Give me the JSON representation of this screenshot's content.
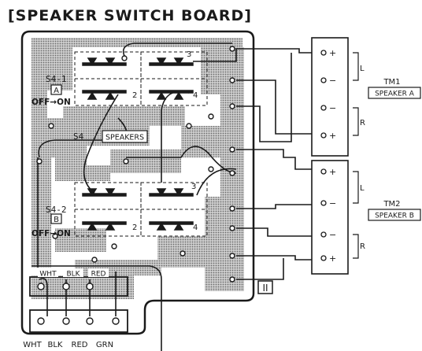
{
  "title": "[SPEAKER SWITCH BOARD]",
  "switch1": {
    "name": "S4-1",
    "position_letter": "A",
    "off_on": "OFF→ON"
  },
  "switch2": {
    "name": "S4-2",
    "position_letter": "B",
    "off_on": "OFF→ON"
  },
  "switch_name": "S4",
  "speakers_label": "SPEAKERS",
  "contact_numbers": [
    "3",
    "2",
    "4",
    "3",
    "2",
    "4"
  ],
  "board_mark": "II",
  "cable_top": [
    "WHT",
    "BLK",
    "RED"
  ],
  "cable_bottom": [
    "WHT",
    "BLK",
    "RED",
    "GRN"
  ],
  "terminal1": {
    "id": "TM1",
    "name": "SPEAKER A",
    "signs": [
      "+",
      "−",
      "−",
      "+"
    ],
    "channels": [
      "L",
      "R"
    ]
  },
  "terminal2": {
    "id": "TM2",
    "name": "SPEAKER B",
    "signs": [
      "+",
      "−",
      "−",
      "+"
    ],
    "channels": [
      "L",
      "R"
    ]
  },
  "colors": {
    "ink": "#1a1a1a",
    "copper": "#a8a8a8",
    "paper": "#ffffff"
  }
}
